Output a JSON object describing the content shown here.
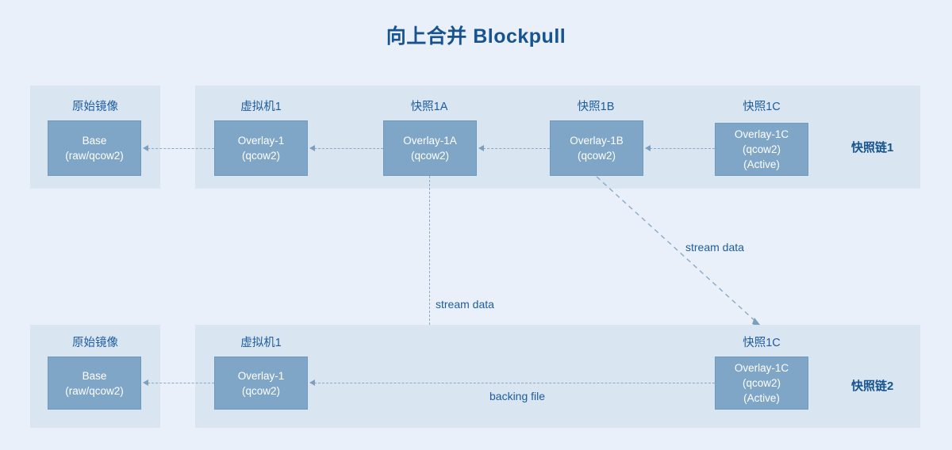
{
  "diagram": {
    "title": "向上合并 Blockpull",
    "accent_color": "#17548f",
    "panel_color": "#d9e5f1",
    "page_color": "#e9f0f9",
    "node_color": "#7fa6c6",
    "connector_color": "#8aa9c6"
  },
  "chains": [
    {
      "id": "chain-1",
      "label": "快照链1",
      "captions": {
        "base": "原始镜像",
        "vm": "虚拟机1",
        "snap_a": "快照1A",
        "snap_b": "快照1B",
        "snap_c": "快照1C"
      },
      "nodes": {
        "base": "Base\n(raw/qcow2)",
        "vm": "Overlay-1\n(qcow2)",
        "snap_a": "Overlay-1A\n(qcow2)",
        "snap_b": "Overlay-1B\n(qcow2)",
        "snap_c": "Overlay-1C\n(qcow2)\n(Active)"
      }
    },
    {
      "id": "chain-2",
      "label": "快照链2",
      "captions": {
        "base": "原始镜像",
        "vm": "虚拟机1",
        "snap_c": "快照1C"
      },
      "nodes": {
        "base": "Base\n(raw/qcow2)",
        "vm": "Overlay-1\n(qcow2)",
        "snap_c": "Overlay-1C\n(qcow2)\n(Active)"
      }
    }
  ],
  "edges": {
    "stream_data_1": "stream data",
    "stream_data_2": "stream data",
    "backing_file": "backing file"
  }
}
